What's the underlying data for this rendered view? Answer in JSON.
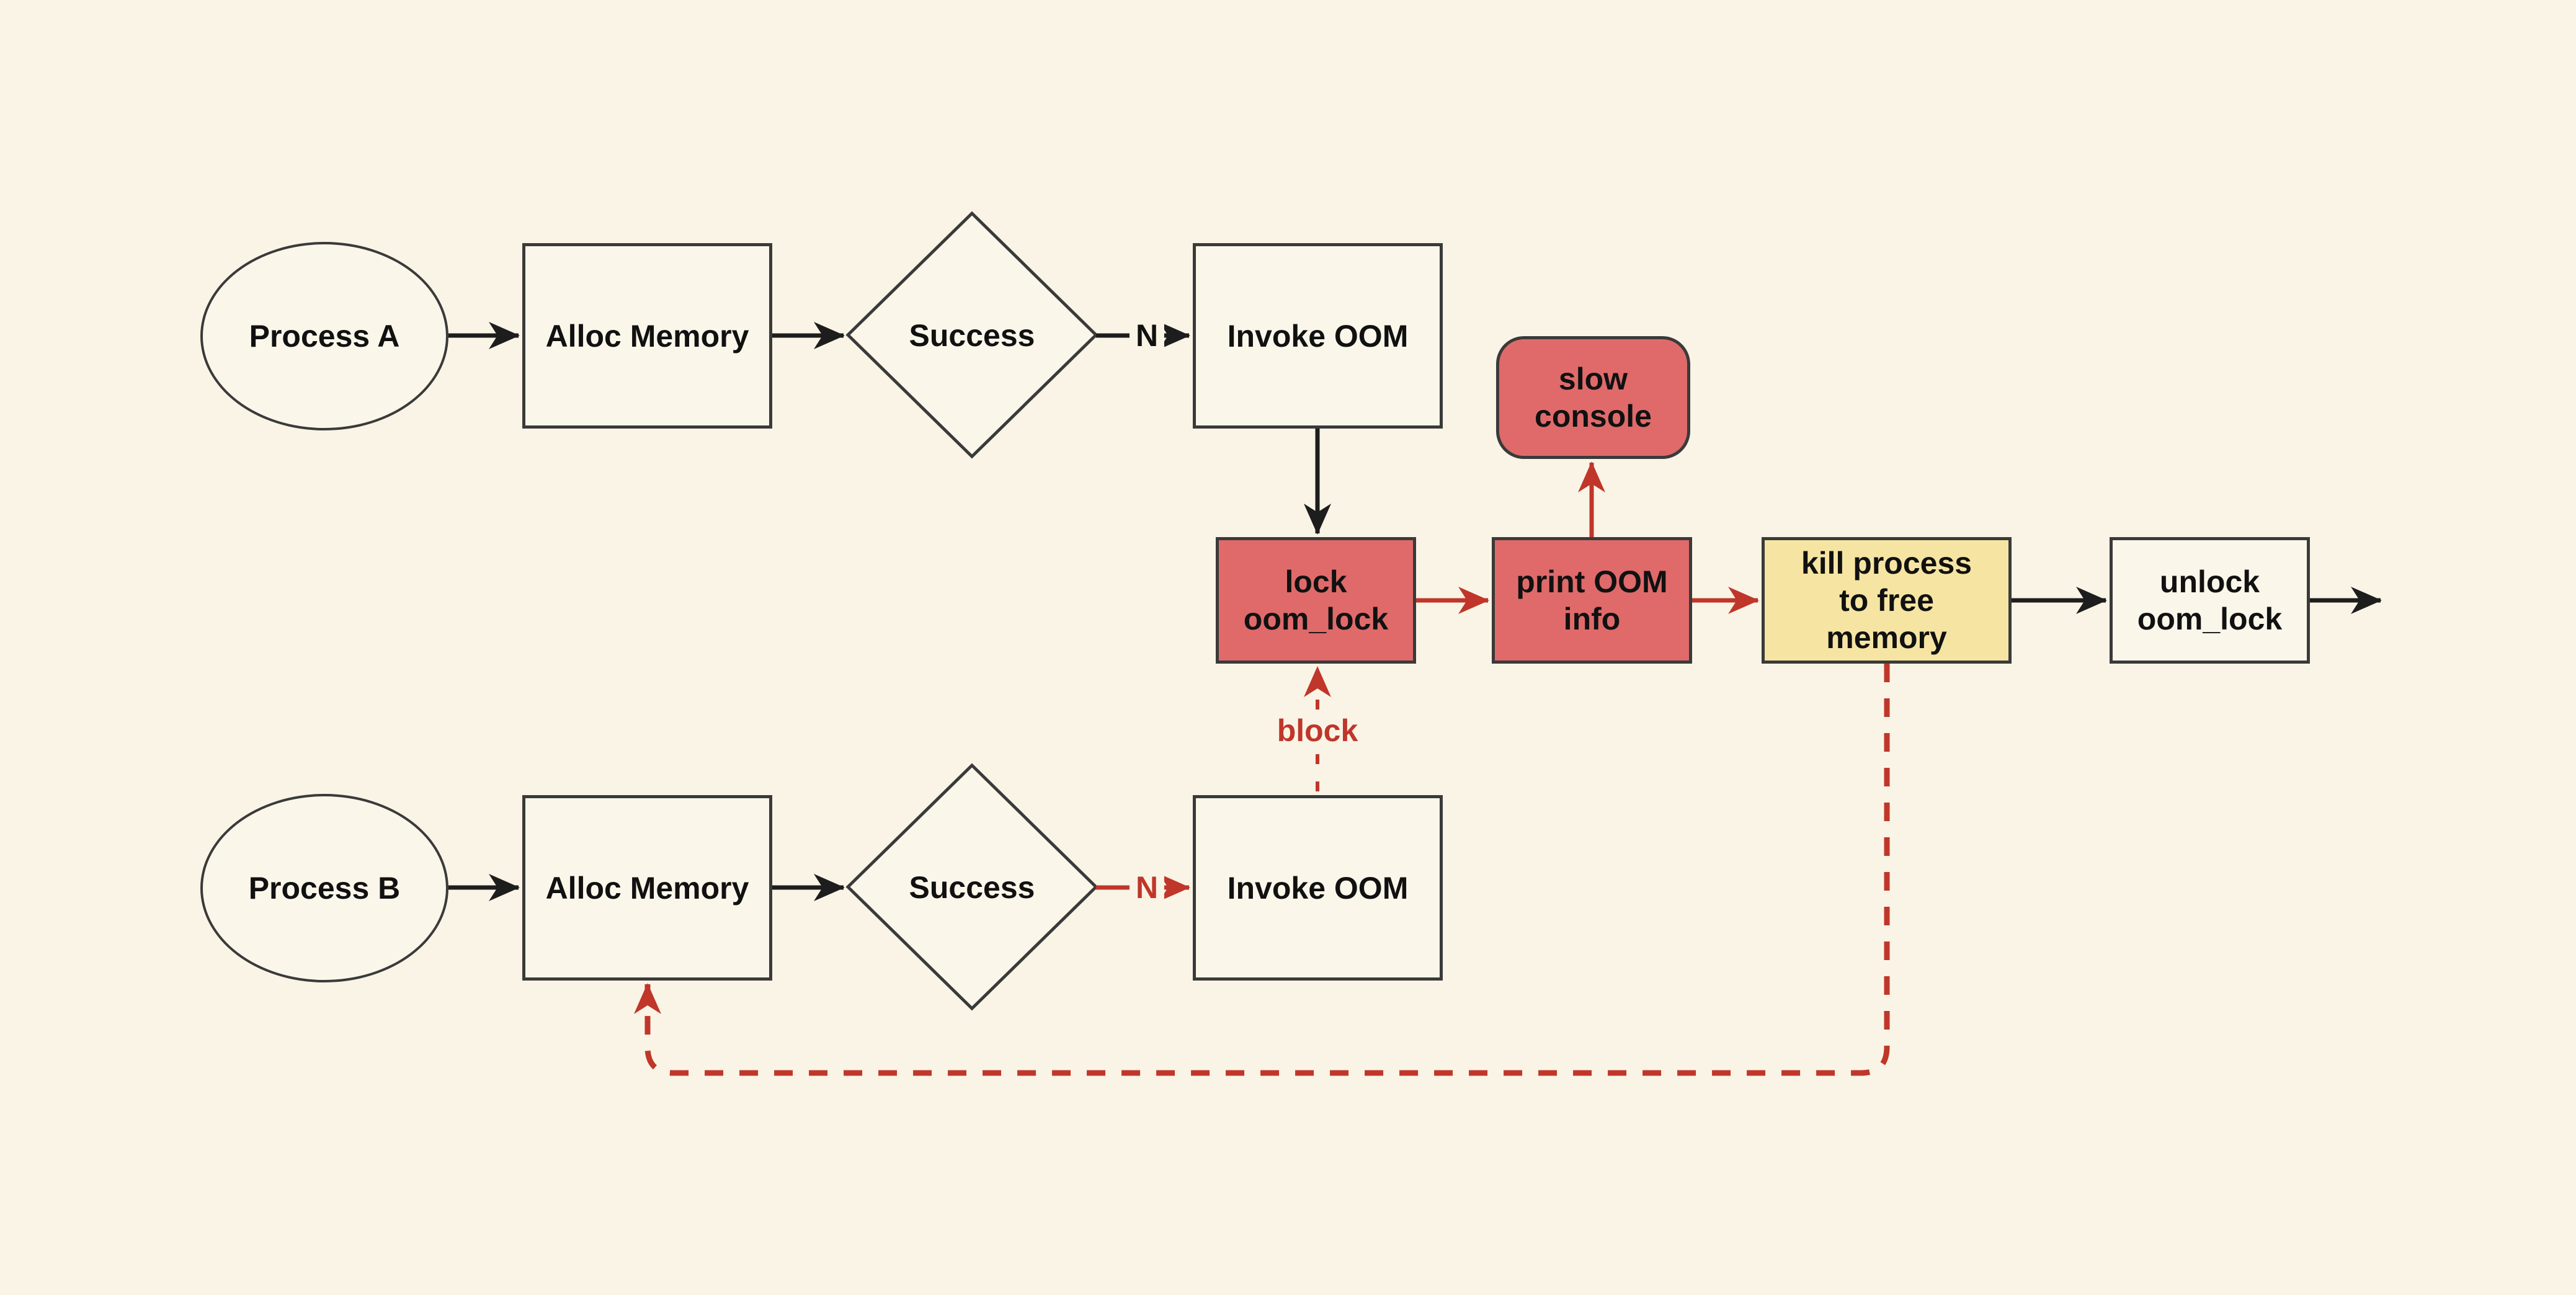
{
  "colors": {
    "bg": "#f9f4e5",
    "node_fill": "#faf6ea",
    "red_fill": "#e06a6a",
    "yellow_fill": "#f6e5a2",
    "ink": "#111111",
    "line_black": "#1d1d1d",
    "line_red": "#c0362a",
    "border_color": "#3a3a3a"
  },
  "nodes": {
    "process_a": "Process A",
    "alloc_a": "Alloc Memory",
    "success_a": "Success",
    "invoke_a": "Invoke OOM",
    "lock_oom": "lock oom_lock",
    "print_oom": "print OOM info",
    "slow_console": "slow console",
    "kill_process": "kill process to free memory",
    "unlock_oom": "unlock oom_lock",
    "process_b": "Process B",
    "alloc_b": "Alloc Memory",
    "success_b": "Success",
    "invoke_b": "Invoke OOM"
  },
  "edge_labels": {
    "top_no": "N",
    "bottom_no": "N",
    "block": "block"
  }
}
